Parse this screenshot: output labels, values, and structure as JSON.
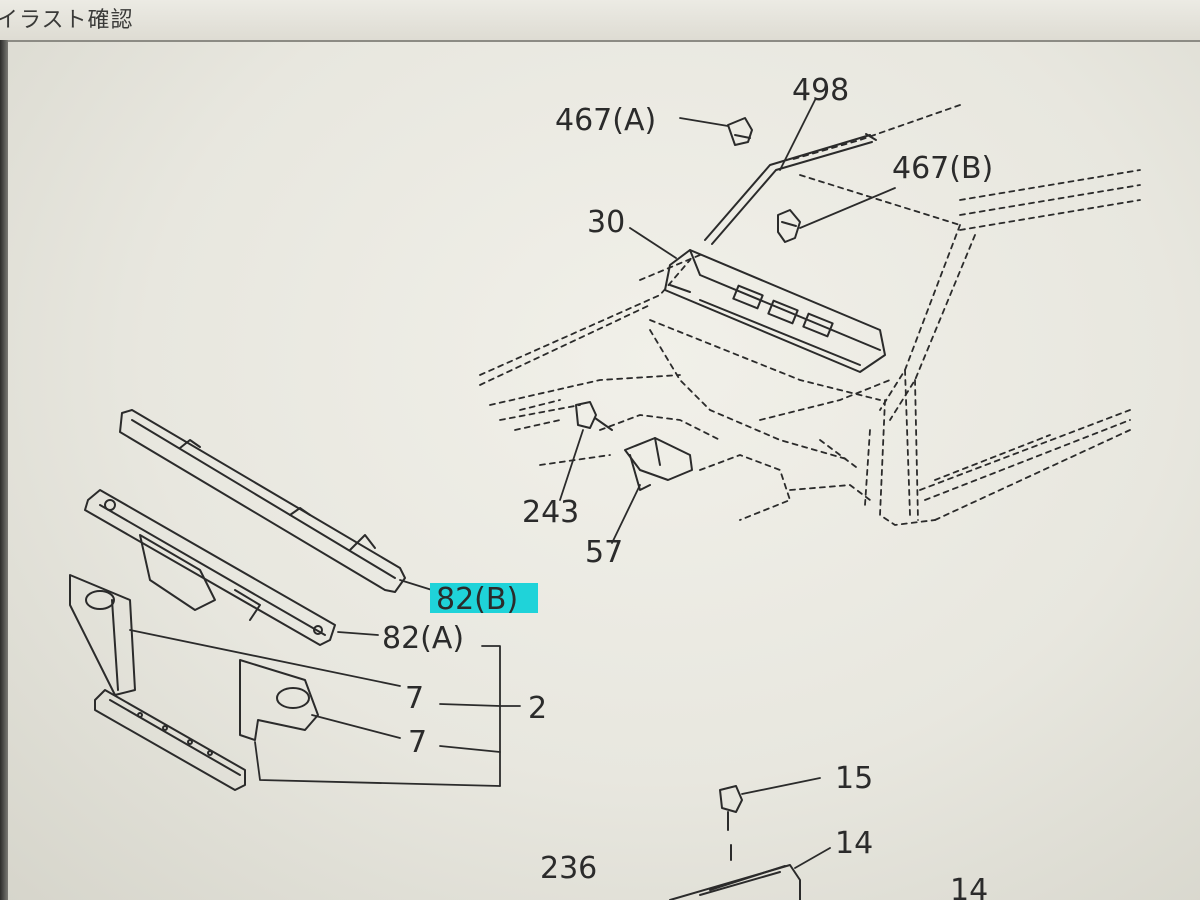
{
  "window": {
    "title": "イラスト確認"
  },
  "diagram": {
    "callouts": {
      "c467a": "467(A)",
      "c498": "498",
      "c467b": "467(B)",
      "c30": "30",
      "c243": "243",
      "c57": "57",
      "c82b": "82(B)",
      "c82a": "82(A)",
      "c7a": "7",
      "c7b": "7",
      "c2": "2",
      "c15": "15",
      "c14a": "14",
      "c236": "236",
      "c14b": "14"
    },
    "highlight_color": "#1fd3d9",
    "line_color": "#2b2b2b"
  }
}
